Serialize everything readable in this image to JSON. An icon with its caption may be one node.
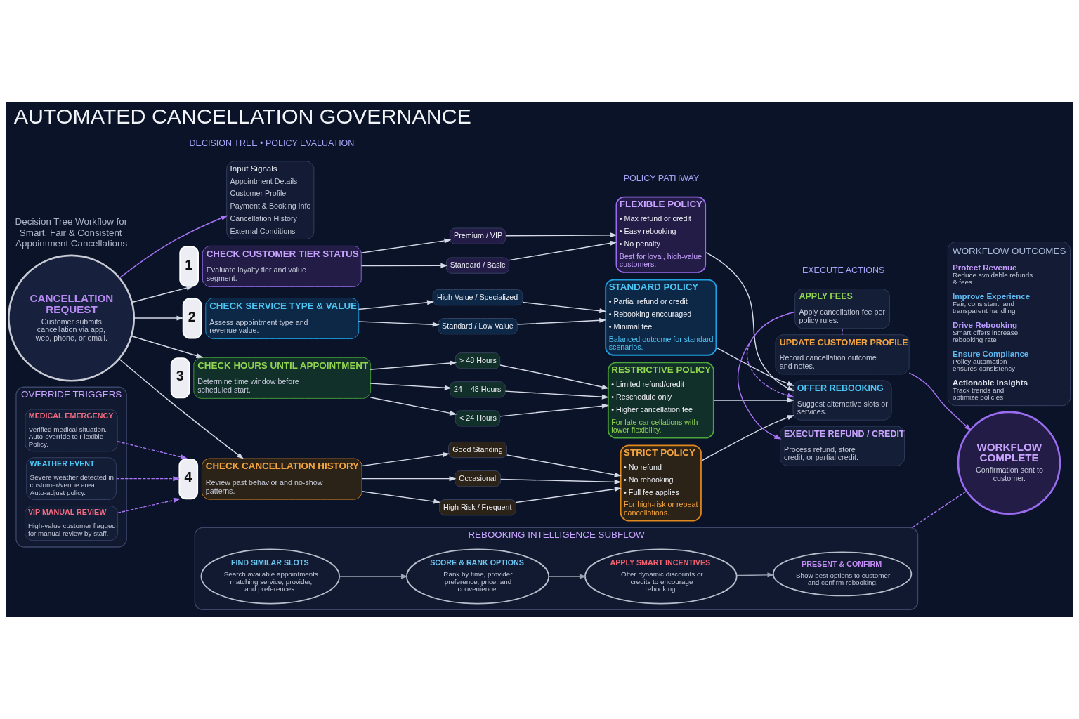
{
  "diagram": {
    "title": "AUTOMATED CANCELLATION GOVERNANCE",
    "nodes": [
      {
        "text": [
          "CANCELLATION REQUEST",
          "Customer submits cancellation via app, web, phone, or email."
        ]
      },
      {
        "text": [
          "Input Signals",
          "Appointment Details",
          "Customer Profile",
          "Payment & Booking Info",
          "Cancellation History",
          "External Conditions"
        ]
      },
      {
        "text": [
          "CHECK CUSTOMER TIER STATUS",
          "Evaluate loyalty tier and value segment."
        ],
        "beside": [
          "1"
        ]
      },
      {
        "text": [
          "CHECK SERVICE TYPE & VALUE",
          "Assess appointment type and revenue value."
        ],
        "beside": [
          "2"
        ]
      },
      {
        "text": [
          "CHECK HOURS UNTIL APPOINTMENT",
          "Determine time window before scheduled start."
        ],
        "beside": [
          "3"
        ]
      },
      {
        "text": [
          "CHECK CANCELLATION HISTORY",
          "Review past behavior and no-show patterns."
        ],
        "beside": [
          "4"
        ]
      },
      {
        "text": [
          "Premium / VIP"
        ]
      },
      {
        "text": [
          "Standard / Basic"
        ]
      },
      {
        "text": [
          "High Value / Specialized"
        ]
      },
      {
        "text": [
          "Standard / Low Value"
        ]
      },
      {
        "text": [
          "> 48 Hours"
        ]
      },
      {
        "text": [
          "24 – 48 Hours"
        ]
      },
      {
        "text": [
          "< 24 Hours"
        ]
      },
      {
        "text": [
          "Good Standing"
        ]
      },
      {
        "text": [
          "Occasional"
        ]
      },
      {
        "text": [
          "High Risk / Frequent"
        ]
      },
      {
        "text": [
          "FLEXIBLE POLICY",
          "• Max refund or credit",
          "• Easy rebooking",
          "• No penalty",
          "Best for loyal, high-value customers."
        ]
      },
      {
        "text": [
          "STANDARD POLICY",
          "• Partial refund or credit",
          "• Rebooking encouraged",
          "• Minimal fee",
          "Balanced outcome for standard scenarios."
        ]
      },
      {
        "text": [
          "RESTRICTIVE POLICY",
          "• Limited refund/credit",
          "• Reschedule only",
          "• Higher cancellation fee",
          "For late cancellations with lower flexibility."
        ]
      },
      {
        "text": [
          "STRICT POLICY",
          "• No refund",
          "• No rebooking",
          "• Full fee applies",
          "For high-risk or repeat cancellations."
        ]
      },
      {
        "text": [
          "EXECUTE REFUND / CREDIT",
          "Process refund, store credit, or partial credit."
        ]
      },
      {
        "text": [
          "OFFER REBOOKING",
          "Suggest alternative slots or services."
        ]
      },
      {
        "text": [
          "APPLY FEES",
          "Apply cancellation fee per policy rules."
        ]
      },
      {
        "text": [
          "UPDATE CUSTOMER PROFILE",
          "Record cancellation outcome and notes."
        ]
      },
      {
        "text": [
          "WORKFLOW COMPLETE",
          "Confirmation sent to customer."
        ]
      },
      {
        "text": [
          "OVERRIDE TRIGGERS"
        ]
      },
      {
        "text": [
          "MEDICAL EMERGENCY",
          "Verified medical situation. Auto-override to Flexible Policy."
        ],
        "in": 25
      },
      {
        "text": [
          "WEATHER EVENT",
          "Severe weather detected in customer/venue area. Auto-adjust policy."
        ],
        "in": 25
      },
      {
        "text": [
          "VIP MANUAL REVIEW",
          "High-value customer flagged for manual review by staff."
        ],
        "in": 25
      },
      {
        "text": [
          "REBOOKING INTELLIGENCE SUBFLOW"
        ]
      },
      {
        "text": [
          "FIND SIMILAR SLOTS",
          "Search available appointments matching service, provider, and preferences."
        ],
        "in": 29
      },
      {
        "text": [
          "SCORE & RANK OPTIONS",
          "Rank by time, provider preference, price, and convenience."
        ],
        "in": 29
      },
      {
        "text": [
          "APPLY SMART INCENTIVES",
          "Offer dynamic discounts or credits to encourage rebooking."
        ],
        "in": 29
      },
      {
        "text": [
          "PRESENT & CONFIRM",
          "Show best options to customer and confirm rebooking."
        ],
        "in": 29
      },
      {
        "text": [
          "WORKFLOW OUTCOMES",
          "Protect Revenue",
          "Reduce avoidable refunds & fees",
          "Improve Experience",
          "Fair, consistent, and transparent handling",
          "Drive Rebooking",
          "Smart offers increase rebooking rate",
          "Ensure Compliance",
          "Policy automation ensures consistency",
          "Actionable Insights",
          "Track trends and optimize policies"
        ]
      }
    ],
    "edges": [
      {
        "from": 0,
        "to": 1,
        "arrow": "to",
        "color": "#a875f5"
      },
      {
        "from": 0,
        "to": 2,
        "arrow": "to"
      },
      {
        "from": 0,
        "to": 3,
        "arrow": "to"
      },
      {
        "from": 0,
        "to": 4,
        "arrow": "to"
      },
      {
        "from": 0,
        "to": 5,
        "arrow": "to"
      },
      {
        "from": 2,
        "to": 6,
        "arrow": "to"
      },
      {
        "from": 2,
        "to": 7,
        "arrow": "to"
      },
      {
        "from": 3,
        "to": 8,
        "arrow": "to"
      },
      {
        "from": 3,
        "to": 9,
        "arrow": "to"
      },
      {
        "from": 4,
        "to": 10,
        "arrow": "to"
      },
      {
        "from": 4,
        "to": 11,
        "arrow": "to"
      },
      {
        "from": 4,
        "to": 12,
        "arrow": "to"
      },
      {
        "from": 5,
        "to": 13,
        "arrow": "to"
      },
      {
        "from": 5,
        "to": 14,
        "arrow": "to"
      },
      {
        "from": 5,
        "to": 15,
        "arrow": "to"
      },
      {
        "from": 6,
        "to": 16,
        "arrow": "to"
      },
      {
        "from": 7,
        "to": 16,
        "arrow": "to"
      },
      {
        "from": 8,
        "to": 17,
        "arrow": "to"
      },
      {
        "from": 9,
        "to": 17,
        "arrow": "to"
      },
      {
        "from": 10,
        "to": 18,
        "arrow": "to"
      },
      {
        "from": 11,
        "to": 18,
        "arrow": "to"
      },
      {
        "from": 12,
        "to": 18,
        "arrow": "to"
      },
      {
        "from": 13,
        "to": 19,
        "arrow": "to"
      },
      {
        "from": 14,
        "to": 19,
        "arrow": "to"
      },
      {
        "from": 15,
        "to": 19,
        "arrow": "to"
      },
      {
        "from": 16,
        "to": 21,
        "arrow": "to"
      },
      {
        "from": 17,
        "to": 21,
        "arrow": "to"
      },
      {
        "from": 18,
        "to": 21,
        "arrow": "to"
      },
      {
        "from": 19,
        "to": 21,
        "arrow": "to"
      },
      {
        "from": 22,
        "to": 20,
        "arrow": "to",
        "color": "#a875f5"
      },
      {
        "from": 22,
        "to": 21,
        "arrow": "to",
        "style": "dashed",
        "color": "#a875f5"
      },
      {
        "from": 22,
        "to": 23,
        "arrow": "none",
        "style": "dashed",
        "color": "#a875f5"
      },
      {
        "from": 23,
        "to": 24,
        "arrow": "to",
        "color": "#a875f5"
      },
      {
        "from": 26,
        "to": 5,
        "arrow": "to",
        "style": "dashed",
        "color": "#a875f5"
      },
      {
        "from": 27,
        "to": 5,
        "arrow": "to",
        "style": "dashed",
        "color": "#a875f5"
      },
      {
        "from": 28,
        "to": 5,
        "arrow": "to",
        "style": "dashed",
        "color": "#a875f5"
      },
      {
        "from": 30,
        "to": 31,
        "arrow": "to",
        "color": "#9ba3b4"
      },
      {
        "from": 31,
        "to": 32,
        "arrow": "to",
        "color": "#9ba3b4"
      },
      {
        "from": 32,
        "to": 33,
        "arrow": "to",
        "color": "#9ba3b4"
      },
      {
        "from": 29,
        "to": 24,
        "arrow": "none",
        "style": "dashed",
        "color": "#a875f5"
      }
    ],
    "labels": [
      "Decision Tree Workflow for Smart, Fair & Consistent Appointment Cancellations",
      "DECISION TREE • POLICY EVALUATION",
      "POLICY PATHWAY",
      "EXECUTE ACTIONS"
    ]
  }
}
